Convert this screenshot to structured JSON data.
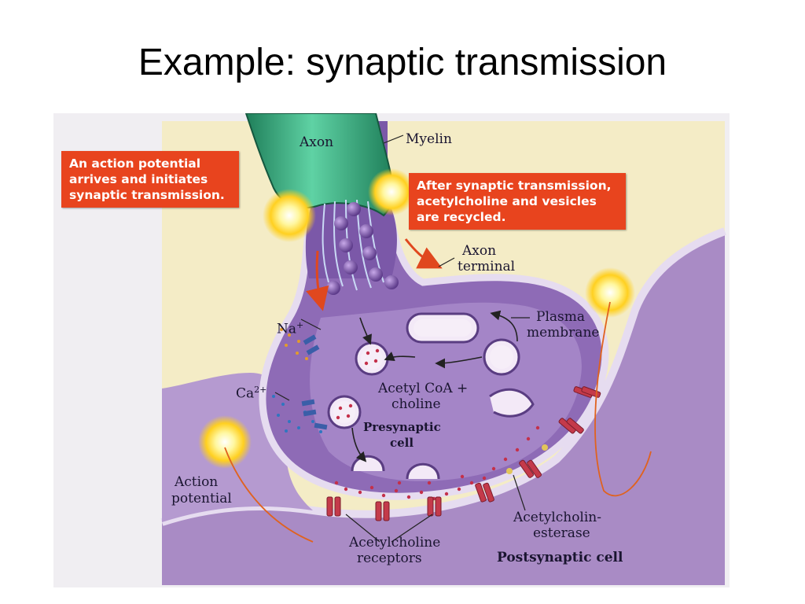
{
  "slide": {
    "title": "Example: synaptic transmission"
  },
  "colors": {
    "callout_fill": "#e8441e",
    "background_cream": "#f4ecc6",
    "cytoplasm_purple": "#a98bc5",
    "membrane_light": "#e6dcf0",
    "myelin_green": "#2fa67a",
    "receptor_red": "#c43a4a"
  },
  "callouts": {
    "arrival": "An action potential arrives and initiates synaptic transmission.",
    "recycle": "After synaptic transmission, acetylcholine and vesicles are recycled."
  },
  "labels": {
    "axon": "Axon",
    "myelin": "Myelin",
    "axon_terminal_1": "Axon",
    "axon_terminal_2": "terminal",
    "plasma_membrane_1": "Plasma",
    "plasma_membrane_2": "membrane",
    "na_base": "Na",
    "na_sup": "+",
    "ca_base": "Ca",
    "ca_sup": "2+",
    "acetyl_coa_1": "Acetyl CoA +",
    "acetyl_coa_2": "choline",
    "presynaptic_1": "Presynaptic",
    "presynaptic_2": "cell",
    "action_potential_1": "Action",
    "action_potential_2": "potential",
    "receptors_1": "Acetylcholine",
    "receptors_2": "receptors",
    "esterase_1": "Acetylcholin-",
    "esterase_2": "esterase",
    "postsynaptic": "Postsynaptic cell"
  }
}
